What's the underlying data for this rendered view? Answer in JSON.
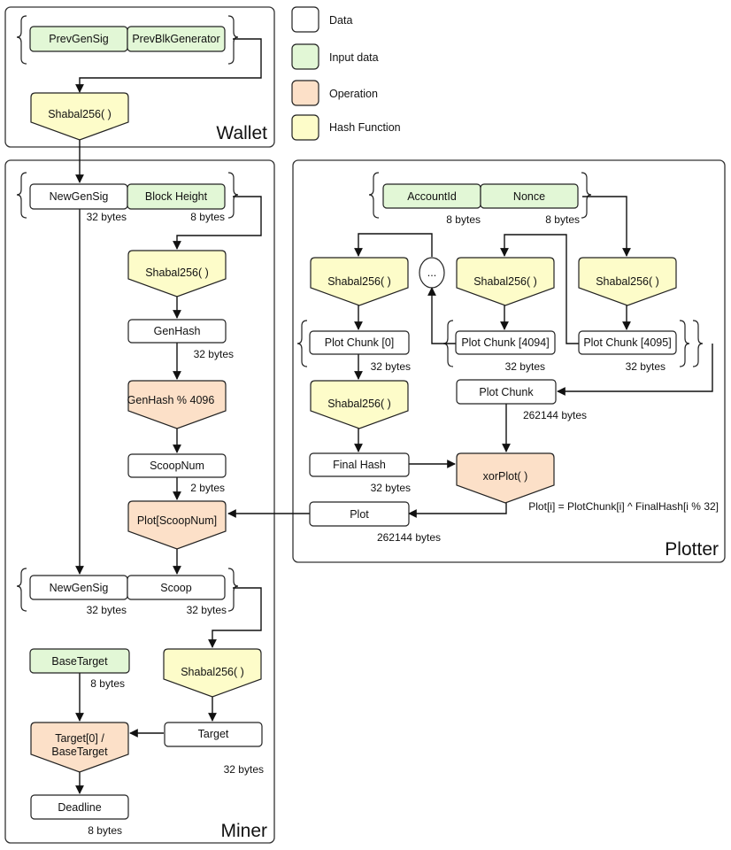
{
  "colors": {
    "data": "#ffffff",
    "input": "#e2f7d6",
    "operation": "#fce0c8",
    "hash": "#fdfcc9"
  },
  "legend": {
    "data": "Data",
    "input": "Input data",
    "operation": "Operation",
    "hash": "Hash Function"
  },
  "sections": {
    "wallet": "Wallet",
    "miner": "Miner",
    "plotter": "Plotter"
  },
  "wallet": {
    "prev_gen_sig": "PrevGenSig",
    "prev_blk_generator": "PrevBlkGenerator",
    "shabal": "Shabal256( )"
  },
  "miner": {
    "new_gen_sig": "NewGenSig",
    "new_gen_sig_size": "32 bytes",
    "block_height": "Block Height",
    "block_height_size": "8 bytes",
    "shabal_1": "Shabal256( )",
    "gen_hash": "GenHash",
    "gen_hash_size": "32 bytes",
    "gen_hash_mod": "GenHash % 4096",
    "scoop_num": "ScoopNum",
    "scoop_num_size": "2 bytes",
    "plot_scoop": "Plot[ScoopNum]",
    "new_gen_sig_2": "NewGenSig",
    "new_gen_sig_2_size": "32 bytes",
    "scoop": "Scoop",
    "scoop_size": "32 bytes",
    "base_target": "BaseTarget",
    "base_target_size": "8 bytes",
    "shabal_2": "Shabal256( )",
    "target": "Target",
    "target_size": "32 bytes",
    "target_div_1": "Target[0] /",
    "target_div_2": "BaseTarget",
    "deadline": "Deadline",
    "deadline_size": "8 bytes"
  },
  "plotter": {
    "account_id": "AccountId",
    "account_id_size": "8 bytes",
    "nonce": "Nonce",
    "nonce_size": "8 bytes",
    "shabal_a": "Shabal256( )",
    "ellipsis": "...",
    "shabal_b": "Shabal256( )",
    "shabal_c": "Shabal256( )",
    "chunk_0": "Plot Chunk [0]",
    "chunk_0_size": "32 bytes",
    "chunk_4094": "Plot Chunk [4094]",
    "chunk_4094_size": "32 bytes",
    "chunk_4095": "Plot Chunk [4095]",
    "chunk_4095_size": "32 bytes",
    "shabal_d": "Shabal256( )",
    "plot_chunk": "Plot Chunk",
    "plot_chunk_size": "262144 bytes",
    "final_hash": "Final Hash",
    "final_hash_size": "32 bytes",
    "xor_plot": "xorPlot( )",
    "formula": "Plot[i] = PlotChunk[i] ^ FinalHash[i % 32]",
    "plot": "Plot",
    "plot_size": "262144 bytes"
  }
}
